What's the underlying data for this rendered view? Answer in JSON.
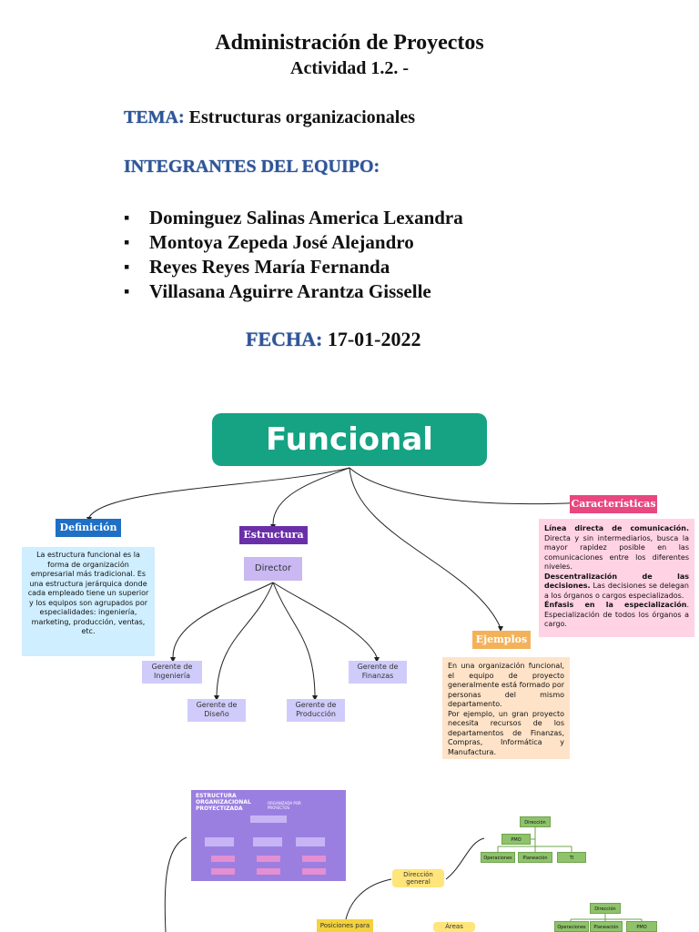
{
  "header": {
    "title": "Administración de Proyectos",
    "subtitle": "Actividad 1.2. -"
  },
  "tema": {
    "label": "TEMA:",
    "value": "Estructuras organizacionales"
  },
  "team": {
    "label": "INTEGRANTES DEL EQUIPO:",
    "members": [
      "Dominguez Salinas America Lexandra",
      "Montoya Zepeda José Alejandro",
      "Reyes Reyes María Fernanda",
      "Villasana Aguirre Arantza Gisselle"
    ]
  },
  "fecha": {
    "label": "FECHA:",
    "value": "17-01-2022"
  },
  "mindmap": {
    "center": "Funcional",
    "definicion": {
      "label": "Definición",
      "text": "La estructura funcional es la forma de organización empresarial más tradicional. Es una estructura jerárquica donde cada empleado tiene un superior y los equipos son agrupados por especialidades: ingeniería, marketing, producción, ventas, etc."
    },
    "estructura": {
      "label": "Estructura",
      "director": "Director",
      "nodes": [
        "Gerente de Ingeniería",
        "Gerente de Diseño",
        "Gerente de Producción",
        "Gerente de Finanzas"
      ]
    },
    "caracteristicas": {
      "label": "Características",
      "items": [
        {
          "bold": "Línea directa de comunicación.",
          "text": " Directa y sin intermediarios, busca la mayor rapidez posible en las comunicaciones entre los diferentes niveles."
        },
        {
          "bold": "Descentralización de las decisiones.",
          "text": " Las decisiones se delegan a los órganos o cargos especializados."
        },
        {
          "bold": "Énfasis en la especialización",
          "text": ". Especialización de todos los órganos a cargo."
        }
      ]
    },
    "ejemplos": {
      "label": "Ejemplos",
      "text1": "En una organización funcional, el equipo de proyecto generalmente está formado por personas del mismo departamento.",
      "text2": "Por ejemplo, un gran proyecto necesita recursos de los departamentos de Finanzas, Compras, Informática y Manufactura."
    }
  },
  "second_map": {
    "image_title": "ESTRUCTURA ORGANIZACIONAL PROYECTIZADA",
    "image_caption": "ORGANIZADA POR PROYECTOS",
    "direccion_general": "Dirección general",
    "posiciones": "Posiciones para",
    "areas": "Áreas",
    "tree1": {
      "root": "Dirección",
      "pmo": "PMO",
      "children": [
        "Operaciones",
        "Planeación",
        "TI"
      ]
    },
    "tree2": {
      "root": "Dirección",
      "children": [
        "Operaciones",
        "Planeación",
        "PMO"
      ]
    }
  },
  "colors": {
    "title_blue": "#2f5597",
    "funcional": "#15a383",
    "definicion": "#1f6fc5",
    "estructura": "#6a2fa8",
    "caracteristicas": "#e8477f",
    "ejemplos": "#f3b25a"
  }
}
